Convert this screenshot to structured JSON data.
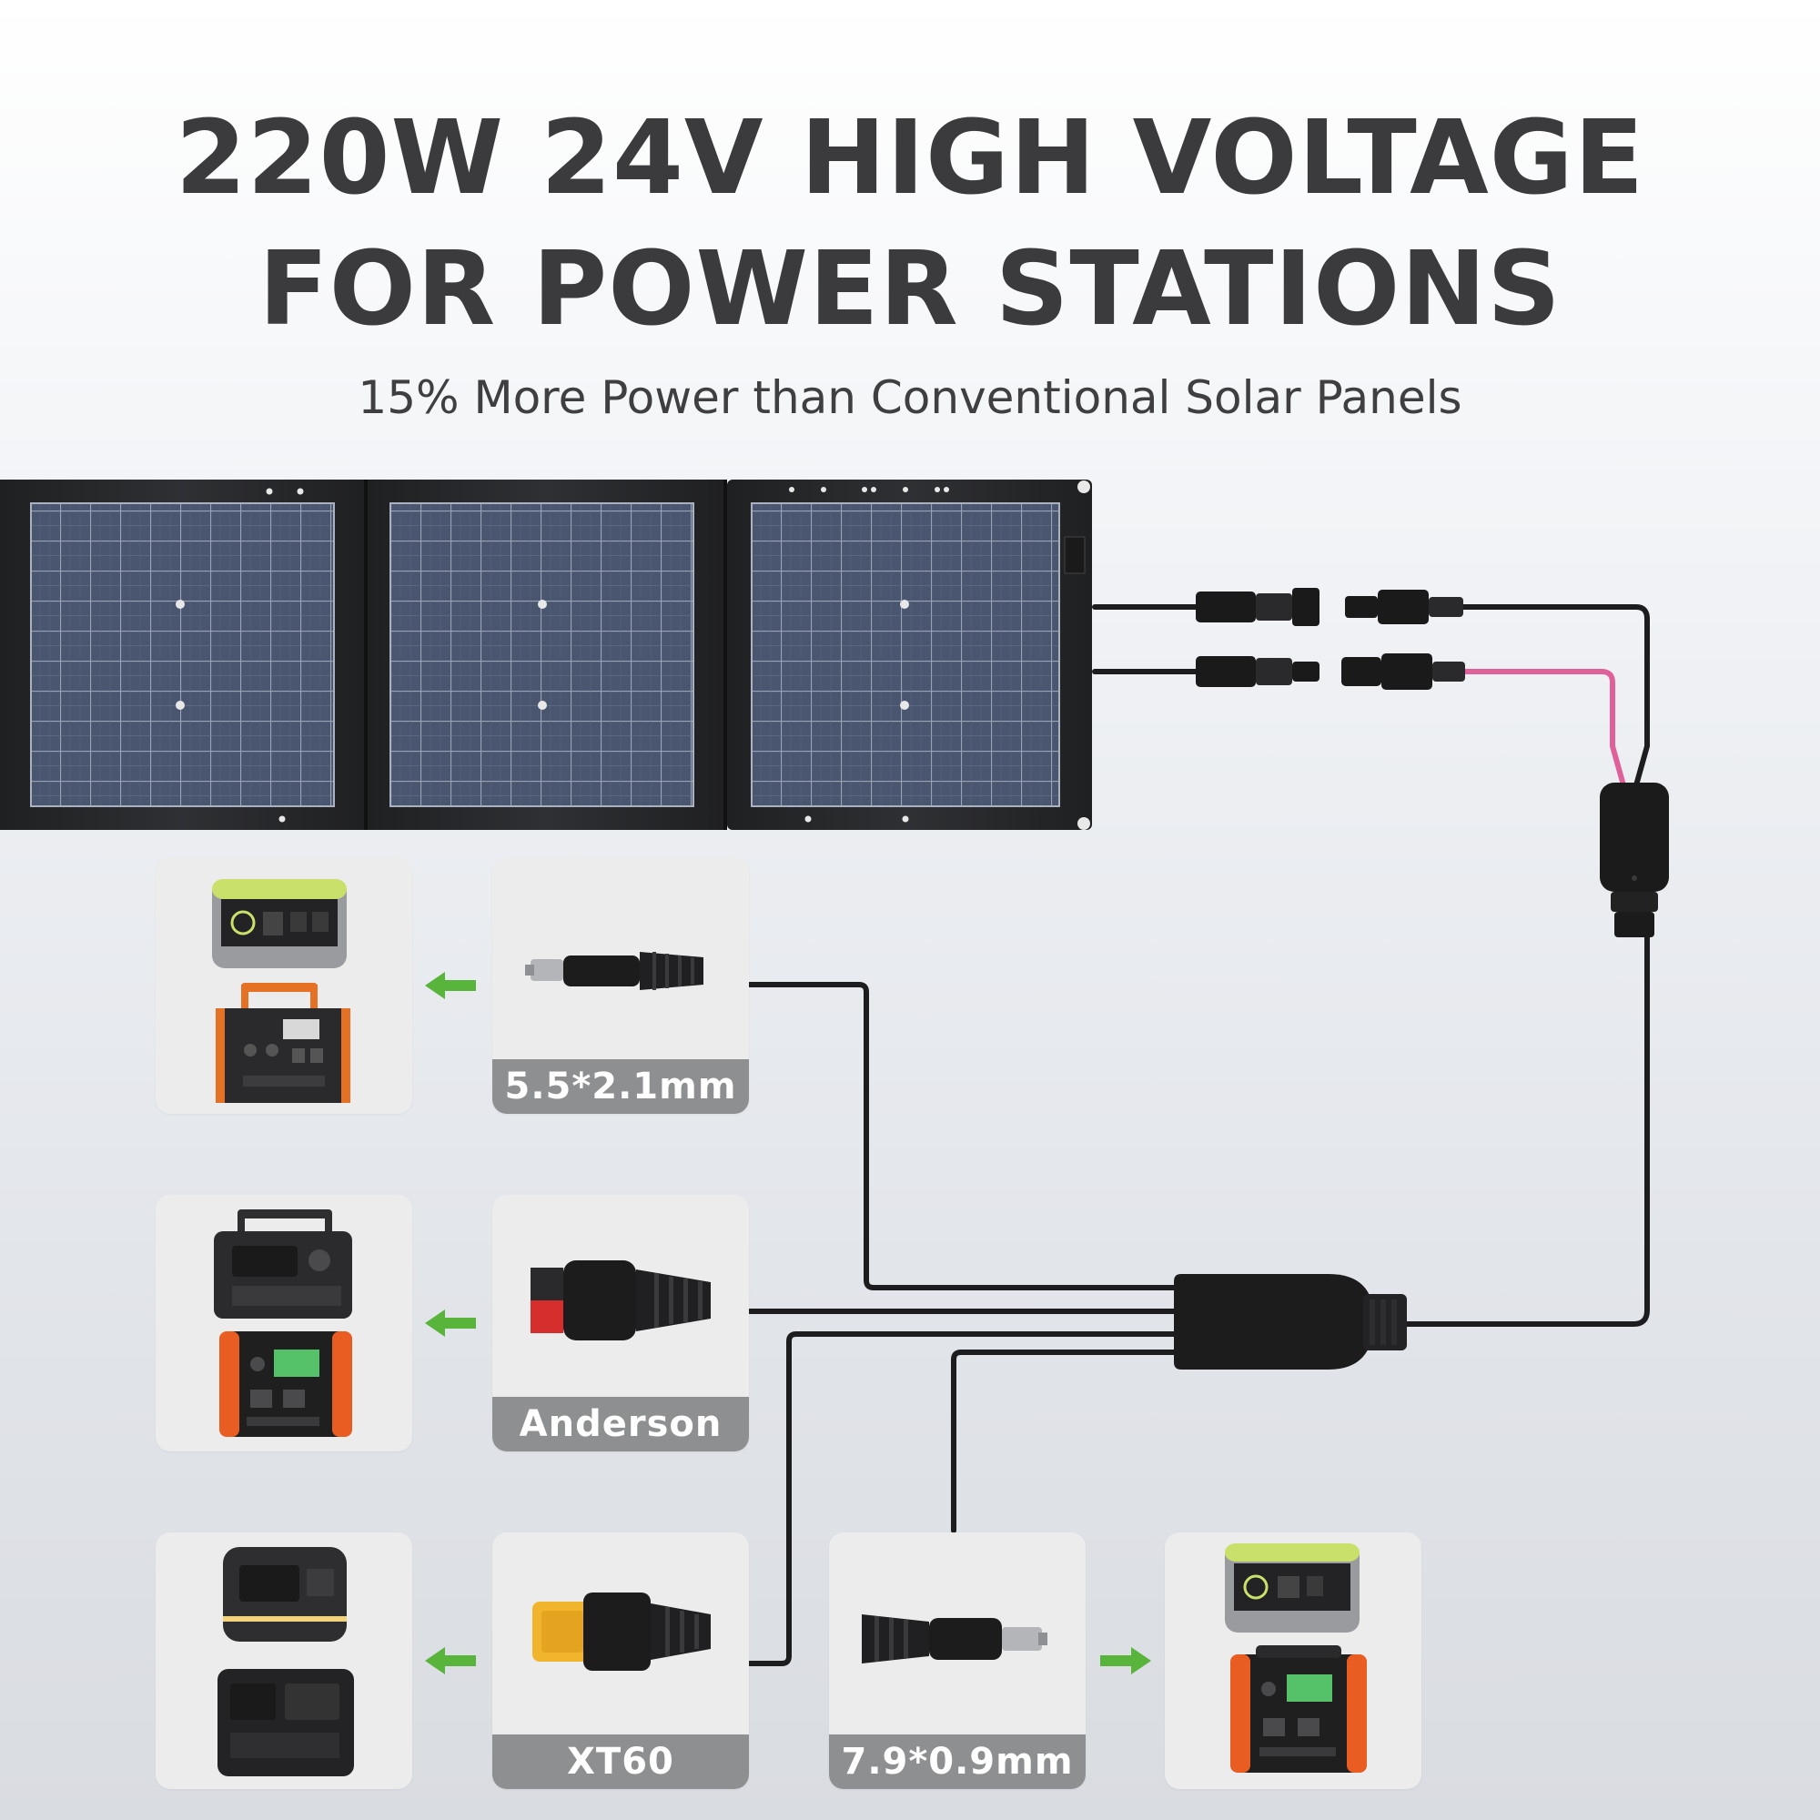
{
  "headline": {
    "line1": "220W 24V HIGH VOLTAGE",
    "line2": "FOR POWER STATIONS",
    "subtitle": "15% More Power than Conventional Solar Panels"
  },
  "connectors": [
    {
      "label": "5.5*2.1mm"
    },
    {
      "label": "Anderson"
    },
    {
      "label": "XT60"
    },
    {
      "label": "7.9*0.9mm"
    }
  ],
  "colors": {
    "text": "#3b3b3d",
    "arrow": "#58b43a",
    "positive_wire": "#e0609a",
    "label_bar": "#8e8f91",
    "panel_frame": "#2d2e30",
    "cell": "#4a5670"
  },
  "icons": {
    "direction_arrow": "green-arrow-icon"
  }
}
